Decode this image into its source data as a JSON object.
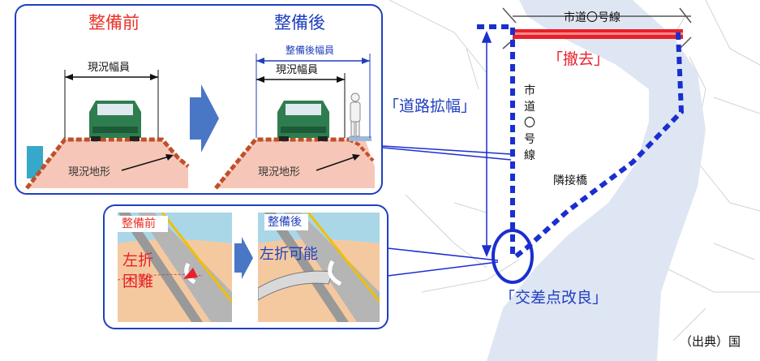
{
  "top_panel": {
    "before_title": "整備前",
    "after_title": "整備後",
    "current_width_label_before": "現況幅員",
    "after_width_label": "整備後幅員",
    "current_width_label_after": "現況幅員",
    "terrain_label_before": "現況地形",
    "terrain_label_after": "現況地形"
  },
  "bottom_panel": {
    "before_tag": "整備前",
    "after_tag": "整備後",
    "difficult_line1": "左折",
    "difficult_line2": "困難",
    "possible_text": "左折可能"
  },
  "map": {
    "top_road_label": "市道〇号線",
    "remove_label": "「撤去」",
    "widening_label": "「道路拡幅」",
    "vertical_road_label_chars": [
      "市",
      "道",
      "〇",
      "号",
      "線"
    ],
    "adjacent_bridge_label": "隣接橋",
    "intersection_label": "「交差点改良」",
    "source_text": "（出典）国"
  },
  "colors": {
    "panel_border": "#1f3fbf",
    "title_red": "#e8332a",
    "label_blue": "#1f3fbf",
    "river": "#dfe6f3",
    "dashed_route": "#1a2fd0",
    "removed_road": "#e8202a",
    "car": "#2e7d4f",
    "terrain": "#f6c7b8"
  }
}
